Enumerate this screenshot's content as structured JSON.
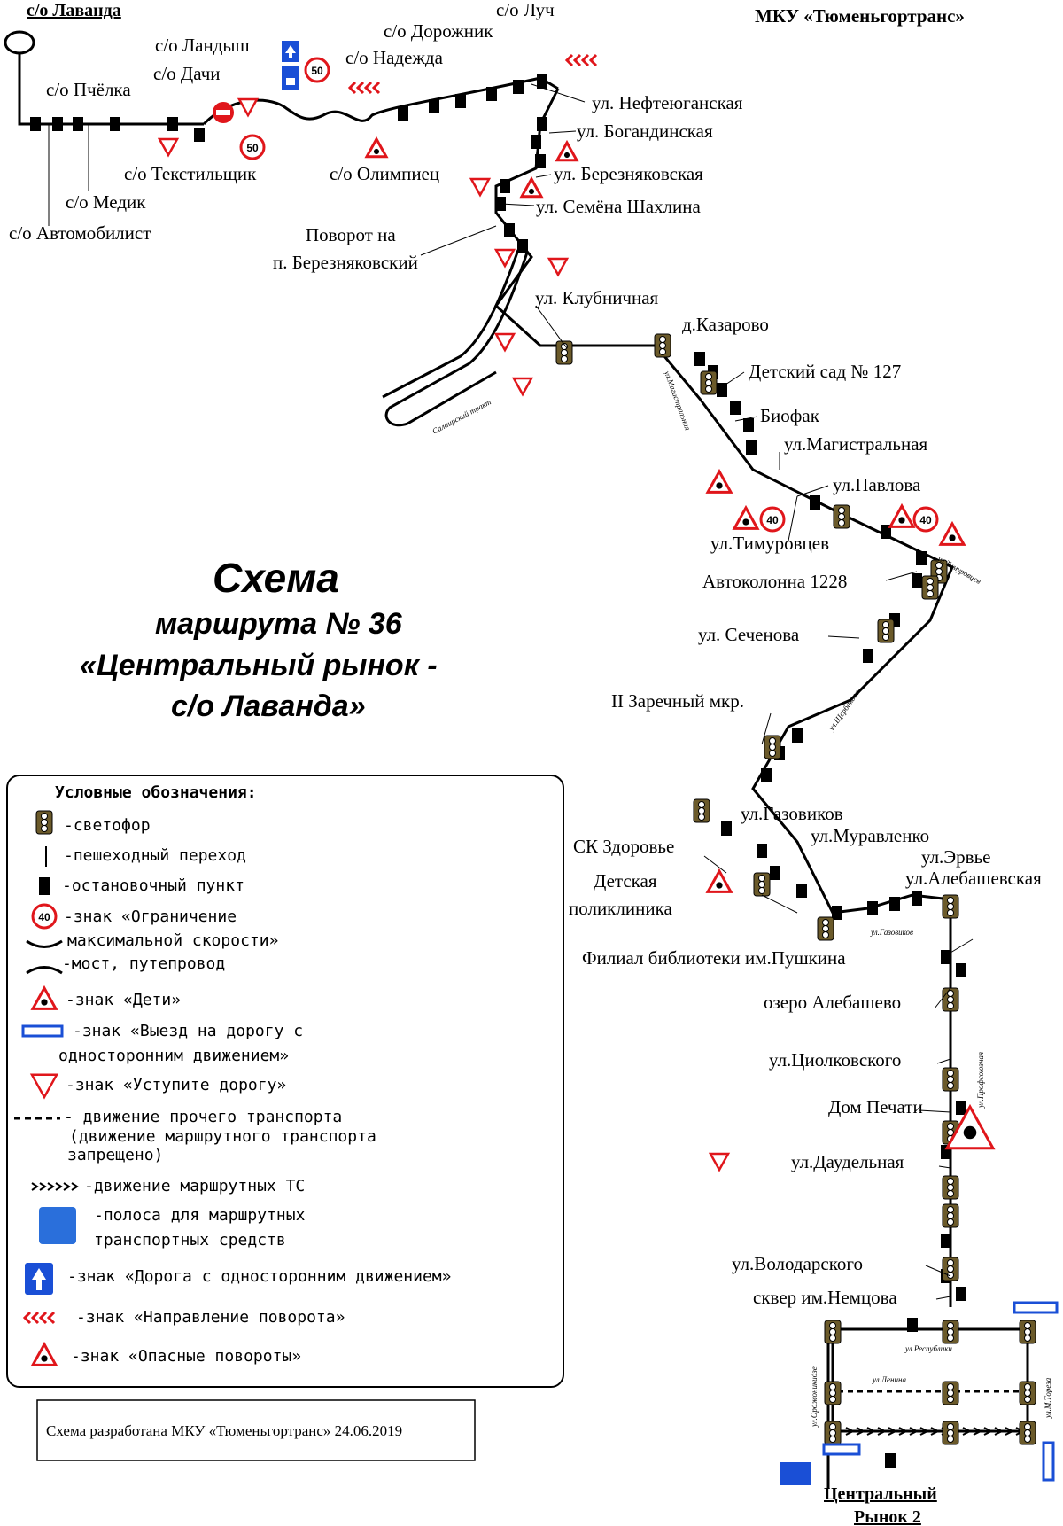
{
  "header": {
    "org": "МКУ «Тюменьгортранс»"
  },
  "title": {
    "line1": "Схема",
    "line2": "маршрута № 36",
    "line3": "«Центральный рынок -",
    "line4": "с/о Лаванда»"
  },
  "stops": {
    "lavanda": "с/о Лаванда",
    "luch": "с/о Луч",
    "dorozhnik": "с/о Дорожник",
    "landysh": "с/о Ландыш",
    "nadezhda": "с/о Надежда",
    "dachi": "с/о Дачи",
    "pchelka": "с/о Пчёлка",
    "neftyugan": "ул. Нефтеюганская",
    "bogandin": "ул. Богандинская",
    "tekstil": "с/о Текстильщик",
    "olimpiets": "с/о Олимпиец",
    "bereznyak": "ул. Березняковская",
    "medik": "с/о Медик",
    "shakhlin": "ул. Семёна Шахлина",
    "avtomob": "с/о Автомобилист",
    "povorot1": "Поворот на",
    "povorot2": "п. Березняковский",
    "klubnich": "ул. Клубничная",
    "kazarovo": "д.Казарово",
    "detsad": "Детский сад № 127",
    "biofak": "Биофак",
    "magistr": "ул.Магистральная",
    "pavlova": "ул.Павлова",
    "timur": "ул.Тимуровцев",
    "avtokol": "Автоколонна 1228",
    "sechen": "ул. Сеченова",
    "zarech": "II Заречный мкр.",
    "gazovik": "ул.Газовиков",
    "sk": "СК Здоровье",
    "muravl": "ул.Муравленко",
    "ervye": "ул.Эрвье",
    "alebash_ul": "ул.Алебашевская",
    "polik1": "Детская",
    "polik2": "поликлиника",
    "biblio": "Филиал библиотеки им.Пушкина",
    "ozero": "озеро Алебашево",
    "tsiolk": "ул.Циолковского",
    "dompech": "Дом Печати",
    "daudel": "ул.Даудельная",
    "volodar": "ул.Володарского",
    "skver": "сквер им.Немцова",
    "terminal1": "Центральный",
    "terminal2": "Рынок 2"
  },
  "streets": {
    "salair": "Салаирский тракт",
    "magistr": "ул.Магистральная",
    "timur": "ул.Тимуровцев",
    "shcherb": "ул.Щербакова",
    "gazov": "ул.Газовиков",
    "profsoyuz": "ул.Профсоюзная",
    "respub": "ул.Республики",
    "lenina": "ул.Ленина",
    "ordzhon": "ул.Орджоникидзе",
    "toreza": "ул.М.Тореза"
  },
  "signs": {
    "speed50": "50",
    "speed40": "40"
  },
  "legend": {
    "heading": "Условные обозначения:",
    "items": [
      "-светофор",
      "-пешеходный переход",
      "-остановочный пункт",
      "-знак «Ограничение",
      "максимальной скорости»",
      "-мост, путепровод",
      "-знак «Дети»",
      "-знак «Выезд на дорогу с",
      "односторонним движением»",
      "-знак «Уступите дорогу»",
      "- движение прочего транспорта",
      "(движение маршрутного транспорта",
      "запрещено)",
      "-движение маршрутных ТС",
      "-полоса для маршрутных",
      "транспортных средств",
      "-знак «Дорога с односторонним движением»",
      "-знак «Направление поворота»",
      "-знак «Опасные повороты»"
    ]
  },
  "credit": "Схема разработана МКУ «Тюменьгортранс» 24.06.2019",
  "colors": {
    "route": "#000000",
    "sign_red": "#e0161b",
    "sign_blue": "#1a4fd6",
    "lane_blue": "#2a6fdb"
  }
}
